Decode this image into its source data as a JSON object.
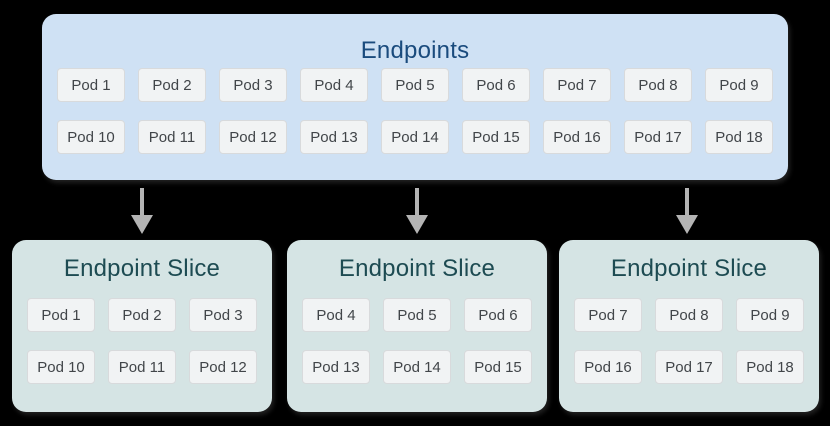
{
  "colors": {
    "page_background": "#000000",
    "endpoints_box_bg": "#cfe1f4",
    "endpoints_title_color": "#1a4b7d",
    "slice_box_bg": "#d5e4e4",
    "slice_title_color": "#1d4b52",
    "pod_chip_bg": "#f1f3f4",
    "pod_chip_border": "#d8dadc",
    "pod_text_color": "#414549",
    "arrow_color": "#b4b4b4"
  },
  "endpoints": {
    "title": "Endpoints",
    "pods": [
      "Pod 1",
      "Pod 2",
      "Pod 3",
      "Pod 4",
      "Pod 5",
      "Pod 6",
      "Pod 7",
      "Pod 8",
      "Pod 9",
      "Pod 10",
      "Pod 11",
      "Pod 12",
      "Pod 13",
      "Pod 14",
      "Pod 15",
      "Pod 16",
      "Pod 17",
      "Pod 18"
    ]
  },
  "slices": [
    {
      "title": "Endpoint Slice",
      "pods": [
        "Pod 1",
        "Pod 2",
        "Pod 3",
        "Pod 10",
        "Pod 11",
        "Pod 12"
      ]
    },
    {
      "title": "Endpoint Slice",
      "pods": [
        "Pod 4",
        "Pod 5",
        "Pod 6",
        "Pod 13",
        "Pod 14",
        "Pod 15"
      ]
    },
    {
      "title": "Endpoint Slice",
      "pods": [
        "Pod 7",
        "Pod 8",
        "Pod 9",
        "Pod 16",
        "Pod 17",
        "Pod 18"
      ]
    }
  ]
}
